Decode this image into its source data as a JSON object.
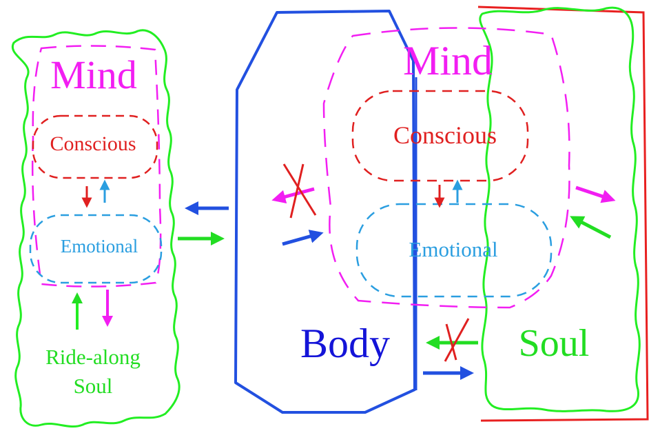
{
  "left_figure": {
    "mind": "Mind",
    "conscious": "Conscious",
    "emotional": "Emotional",
    "soul_line1": "Ride-along",
    "soul_line2": "Soul"
  },
  "right_figure": {
    "mind": "Mind",
    "conscious": "Conscious",
    "emotional": "Emotional",
    "body": "Body",
    "soul": "Soul"
  },
  "colors": {
    "mind": "#f21ef2",
    "conscious": "#e02020",
    "emotional": "#2a9ee0",
    "body": "#1414d8",
    "soul": "#22dd22",
    "frame": "#e82020"
  }
}
